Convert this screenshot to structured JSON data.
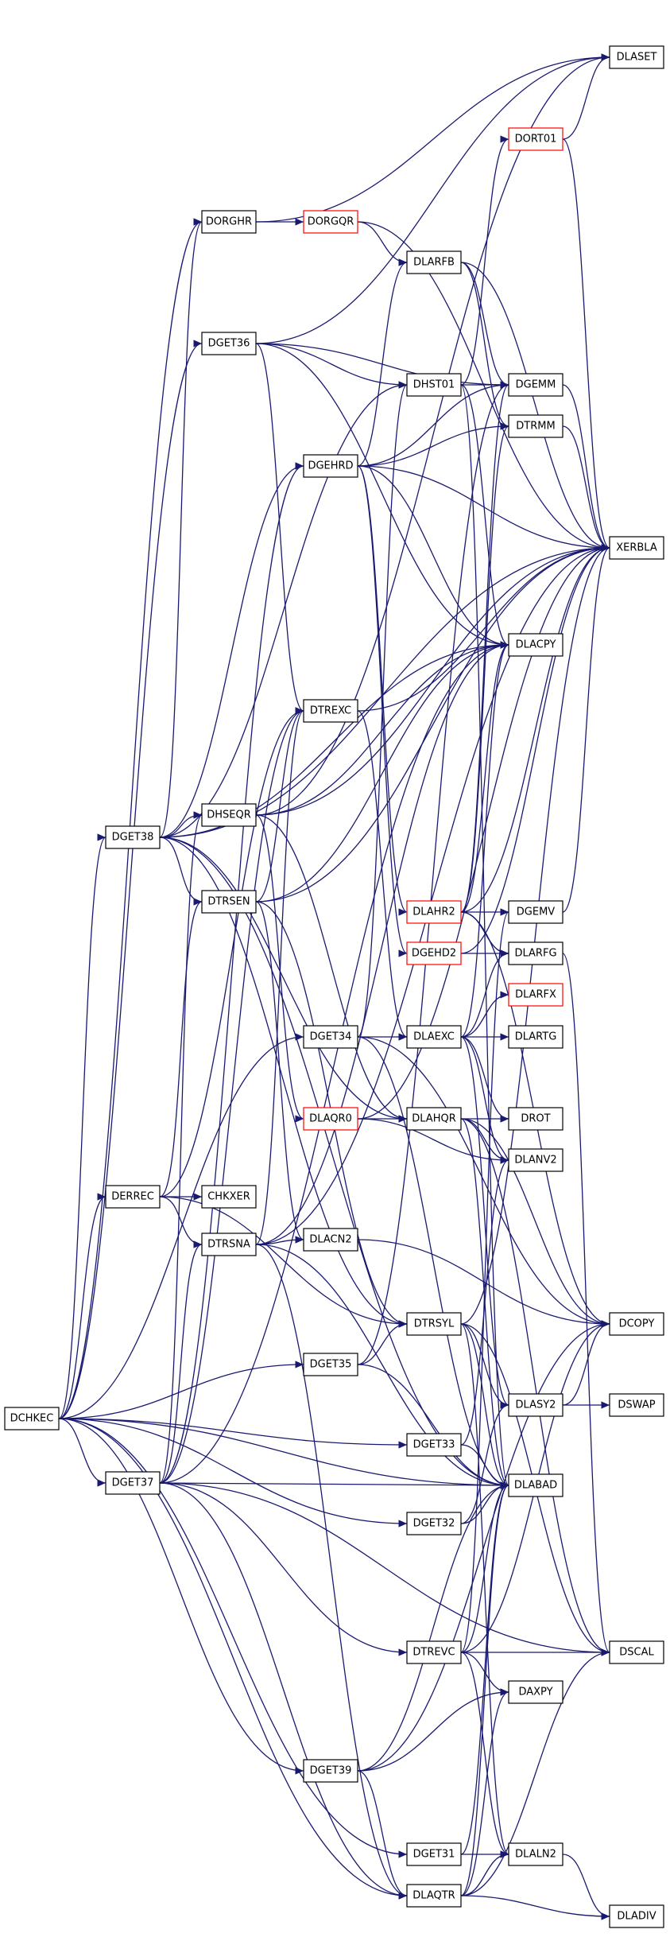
{
  "colors": {
    "edge": "#191970",
    "node_border": "#000000",
    "node_border_incomplete": "#ff0000",
    "root_fill": "#bfbfbf",
    "node_fill": "#ffffff"
  },
  "nodes": [
    {
      "id": "DCHKEC",
      "label": "DCHKEC",
      "root": true
    },
    {
      "id": "DGET38",
      "label": "DGET38"
    },
    {
      "id": "DERREC",
      "label": "DERREC"
    },
    {
      "id": "DGET37",
      "label": "DGET37"
    },
    {
      "id": "DORGHR",
      "label": "DORGHR"
    },
    {
      "id": "DORGQR",
      "label": "DORGQR",
      "incomplete": true
    },
    {
      "id": "DGET36",
      "label": "DGET36"
    },
    {
      "id": "DGEHRD",
      "label": "DGEHRD"
    },
    {
      "id": "DHSEQR",
      "label": "DHSEQR"
    },
    {
      "id": "DTREXC",
      "label": "DTREXC"
    },
    {
      "id": "DTRSEN",
      "label": "DTRSEN"
    },
    {
      "id": "CHKXER",
      "label": "CHKXER"
    },
    {
      "id": "DTRSNA",
      "label": "DTRSNA"
    },
    {
      "id": "DLACN2",
      "label": "DLACN2"
    },
    {
      "id": "DGET34",
      "label": "DGET34"
    },
    {
      "id": "DLAQR0",
      "label": "DLAQR0",
      "incomplete": true
    },
    {
      "id": "DGET35",
      "label": "DGET35"
    },
    {
      "id": "DGET39",
      "label": "DGET39"
    },
    {
      "id": "DLARFB",
      "label": "DLARFB"
    },
    {
      "id": "DHST01",
      "label": "DHST01"
    },
    {
      "id": "DLAHR2",
      "label": "DLAHR2",
      "incomplete": true
    },
    {
      "id": "DGEHD2",
      "label": "DGEHD2",
      "incomplete": true
    },
    {
      "id": "DLAEXC",
      "label": "DLAEXC"
    },
    {
      "id": "DLAHQR",
      "label": "DLAHQR"
    },
    {
      "id": "DTRSYL",
      "label": "DTRSYL"
    },
    {
      "id": "DGET33",
      "label": "DGET33"
    },
    {
      "id": "DGET32",
      "label": "DGET32"
    },
    {
      "id": "DTREVC",
      "label": "DTREVC"
    },
    {
      "id": "DGET31",
      "label": "DGET31"
    },
    {
      "id": "DLAQTR",
      "label": "DLAQTR"
    },
    {
      "id": "DORT01",
      "label": "DORT01",
      "incomplete": true
    },
    {
      "id": "DGEMM",
      "label": "DGEMM"
    },
    {
      "id": "DTRMM",
      "label": "DTRMM"
    },
    {
      "id": "DLACPY",
      "label": "DLACPY"
    },
    {
      "id": "DGEMV",
      "label": "DGEMV"
    },
    {
      "id": "DLARFG",
      "label": "DLARFG"
    },
    {
      "id": "DLARFX",
      "label": "DLARFX",
      "incomplete": true
    },
    {
      "id": "DLARTG",
      "label": "DLARTG"
    },
    {
      "id": "DROT",
      "label": "DROT"
    },
    {
      "id": "DLANV2",
      "label": "DLANV2"
    },
    {
      "id": "DLASY2",
      "label": "DLASY2"
    },
    {
      "id": "DLABAD",
      "label": "DLABAD"
    },
    {
      "id": "DAXPY",
      "label": "DAXPY"
    },
    {
      "id": "DLALN2",
      "label": "DLALN2"
    },
    {
      "id": "DLASET",
      "label": "DLASET"
    },
    {
      "id": "XERBLA",
      "label": "XERBLA"
    },
    {
      "id": "DCOPY",
      "label": "DCOPY"
    },
    {
      "id": "DSWAP",
      "label": "DSWAP"
    },
    {
      "id": "DSCAL",
      "label": "DSCAL"
    },
    {
      "id": "DLADIV",
      "label": "DLADIV"
    }
  ],
  "edges": [
    [
      "DCHKEC",
      "DGET38"
    ],
    [
      "DCHKEC",
      "DERREC"
    ],
    [
      "DCHKEC",
      "DGET37"
    ],
    [
      "DCHKEC",
      "DORGHR"
    ],
    [
      "DCHKEC",
      "DGET34"
    ],
    [
      "DCHKEC",
      "DGET35"
    ],
    [
      "DCHKEC",
      "DGET33"
    ],
    [
      "DCHKEC",
      "DGET32"
    ],
    [
      "DCHKEC",
      "DGET39"
    ],
    [
      "DCHKEC",
      "DGET31"
    ],
    [
      "DCHKEC",
      "DLAQTR"
    ],
    [
      "DCHKEC",
      "DLABAD"
    ],
    [
      "DCHKEC",
      "DGET36"
    ],
    [
      "DGET38",
      "DHSEQR"
    ],
    [
      "DGET38",
      "DTRSEN"
    ],
    [
      "DGET38",
      "DGEHRD"
    ],
    [
      "DGET38",
      "DHST01"
    ],
    [
      "DGET38",
      "DORGHR"
    ],
    [
      "DGET38",
      "DLACPY"
    ],
    [
      "DGET38",
      "DLABAD"
    ],
    [
      "DGET38",
      "DTRSYL"
    ],
    [
      "DGET38",
      "DLAHQR"
    ],
    [
      "DGET38",
      "XERBLA"
    ],
    [
      "DERREC",
      "CHKXER"
    ],
    [
      "DERREC",
      "DTRSNA"
    ],
    [
      "DERREC",
      "DTRSEN"
    ],
    [
      "DERREC",
      "DTREXC"
    ],
    [
      "DERREC",
      "DTRSYL"
    ],
    [
      "DGET37",
      "DTRSNA"
    ],
    [
      "DGET37",
      "DHSEQR"
    ],
    [
      "DGET37",
      "DTREXC"
    ],
    [
      "DGET37",
      "DGEHRD"
    ],
    [
      "DGET37",
      "DTREVC"
    ],
    [
      "DGET37",
      "DLACPY"
    ],
    [
      "DGET37",
      "DLABAD"
    ],
    [
      "DGET37",
      "DSCAL"
    ],
    [
      "DGET37",
      "DLAQTR"
    ],
    [
      "DORGHR",
      "DORGQR"
    ],
    [
      "DORGHR",
      "DLASET"
    ],
    [
      "DORGQR",
      "DLARFB"
    ],
    [
      "DORGQR",
      "XERBLA"
    ],
    [
      "DGET36",
      "DTREXC"
    ],
    [
      "DGET36",
      "DHST01"
    ],
    [
      "DGET36",
      "DGEMM"
    ],
    [
      "DGET36",
      "DLASET"
    ],
    [
      "DGET36",
      "DLACPY"
    ],
    [
      "DGEHRD",
      "DLAHR2"
    ],
    [
      "DGEHRD",
      "DGEHD2"
    ],
    [
      "DGEHRD",
      "DLARFB"
    ],
    [
      "DGEHRD",
      "DTRMM"
    ],
    [
      "DGEHRD",
      "XERBLA"
    ],
    [
      "DGEHRD",
      "DGEMM"
    ],
    [
      "DGEHRD",
      "DLACPY"
    ],
    [
      "DHSEQR",
      "DLAQR0"
    ],
    [
      "DHSEQR",
      "DLAHQR"
    ],
    [
      "DHSEQR",
      "DLACPY"
    ],
    [
      "DHSEQR",
      "DLASET"
    ],
    [
      "DHSEQR",
      "XERBLA"
    ],
    [
      "DTREXC",
      "DLAEXC"
    ],
    [
      "DTREXC",
      "XERBLA"
    ],
    [
      "DTRSEN",
      "DTREXC"
    ],
    [
      "DTRSEN",
      "DLACPY"
    ],
    [
      "DTRSEN",
      "DLACN2"
    ],
    [
      "DTRSEN",
      "DTRSYL"
    ],
    [
      "DTRSEN",
      "XERBLA"
    ],
    [
      "DTRSNA",
      "DLACN2"
    ],
    [
      "DTRSNA",
      "DTREXC"
    ],
    [
      "DTRSNA",
      "DLAQTR"
    ],
    [
      "DTRSNA",
      "DLACPY"
    ],
    [
      "DTRSNA",
      "DLABAD"
    ],
    [
      "DTRSNA",
      "XERBLA"
    ],
    [
      "DLACN2",
      "DCOPY"
    ],
    [
      "DGET34",
      "DLAEXC"
    ],
    [
      "DGET34",
      "DHST01"
    ],
    [
      "DGET34",
      "DCOPY"
    ],
    [
      "DGET34",
      "DLABAD"
    ],
    [
      "DLAQR0",
      "DLAHQR"
    ],
    [
      "DLAQR0",
      "DLANV2"
    ],
    [
      "DLAQR0",
      "XERBLA"
    ],
    [
      "DGET35",
      "DTRSYL"
    ],
    [
      "DGET35",
      "DLABAD"
    ],
    [
      "DGET35",
      "DGEMM"
    ],
    [
      "DGET39",
      "DLAQTR"
    ],
    [
      "DGET39",
      "DCOPY"
    ],
    [
      "DGET39",
      "DLABAD"
    ],
    [
      "DGET39",
      "DAXPY"
    ],
    [
      "DLARFB",
      "DGEMM"
    ],
    [
      "DLARFB",
      "DTRMM"
    ],
    [
      "DLARFB",
      "XERBLA"
    ],
    [
      "DHST01",
      "DGEMM"
    ],
    [
      "DHST01",
      "DORT01"
    ],
    [
      "DHST01",
      "DLACPY"
    ],
    [
      "DHST01",
      "DLABAD"
    ],
    [
      "DLAHR2",
      "DGEMV"
    ],
    [
      "DLAHR2",
      "DLARFG"
    ],
    [
      "DLAHR2",
      "DTRMM"
    ],
    [
      "DLAHR2",
      "DGEMM"
    ],
    [
      "DLAHR2",
      "DLACPY"
    ],
    [
      "DLAHR2",
      "DCOPY"
    ],
    [
      "DLAHR2",
      "XERBLA"
    ],
    [
      "DGEHD2",
      "DLARFG"
    ],
    [
      "DGEHD2",
      "XERBLA"
    ],
    [
      "DLAEXC",
      "DLARFX"
    ],
    [
      "DLAEXC",
      "DLARTG"
    ],
    [
      "DLAEXC",
      "DROT"
    ],
    [
      "DLAEXC",
      "DLANV2"
    ],
    [
      "DLAEXC",
      "DLASY2"
    ],
    [
      "DLAEXC",
      "DLACPY"
    ],
    [
      "DLAEXC",
      "DLARFG"
    ],
    [
      "DLAHQR",
      "DROT"
    ],
    [
      "DLAHQR",
      "DLANV2"
    ],
    [
      "DLAHQR",
      "DLABAD"
    ],
    [
      "DLAHQR",
      "DCOPY"
    ],
    [
      "DLAHQR",
      "DSCAL"
    ],
    [
      "DTRSYL",
      "DLASY2"
    ],
    [
      "DTRSYL",
      "DLALN2"
    ],
    [
      "DTRSYL",
      "DLABAD"
    ],
    [
      "DTRSYL",
      "DSCAL"
    ],
    [
      "DTRSYL",
      "XERBLA"
    ],
    [
      "DGET33",
      "DLANV2"
    ],
    [
      "DGET33",
      "DLABAD"
    ],
    [
      "DGET32",
      "DLASY2"
    ],
    [
      "DGET32",
      "DLABAD"
    ],
    [
      "DTREVC",
      "DLALN2"
    ],
    [
      "DTREVC",
      "DSCAL"
    ],
    [
      "DTREVC",
      "DAXPY"
    ],
    [
      "DTREVC",
      "DLABAD"
    ],
    [
      "DTREVC",
      "DCOPY"
    ],
    [
      "DTREVC",
      "DGEMV"
    ],
    [
      "DGET31",
      "DLALN2"
    ],
    [
      "DGET31",
      "DLABAD"
    ],
    [
      "DLAQTR",
      "DLALN2"
    ],
    [
      "DLAQTR",
      "DLADIV"
    ],
    [
      "DLAQTR",
      "DAXPY"
    ],
    [
      "DLAQTR",
      "DSCAL"
    ],
    [
      "DLAQTR",
      "DLABAD"
    ],
    [
      "DORT01",
      "DLASET"
    ],
    [
      "DORT01",
      "XERBLA"
    ],
    [
      "DGEMM",
      "XERBLA"
    ],
    [
      "DTRMM",
      "XERBLA"
    ],
    [
      "DGEMV",
      "XERBLA"
    ],
    [
      "DLARFG",
      "DSCAL"
    ],
    [
      "DLASY2",
      "DCOPY"
    ],
    [
      "DLASY2",
      "DSWAP"
    ],
    [
      "DLALN2",
      "DLADIV"
    ]
  ]
}
